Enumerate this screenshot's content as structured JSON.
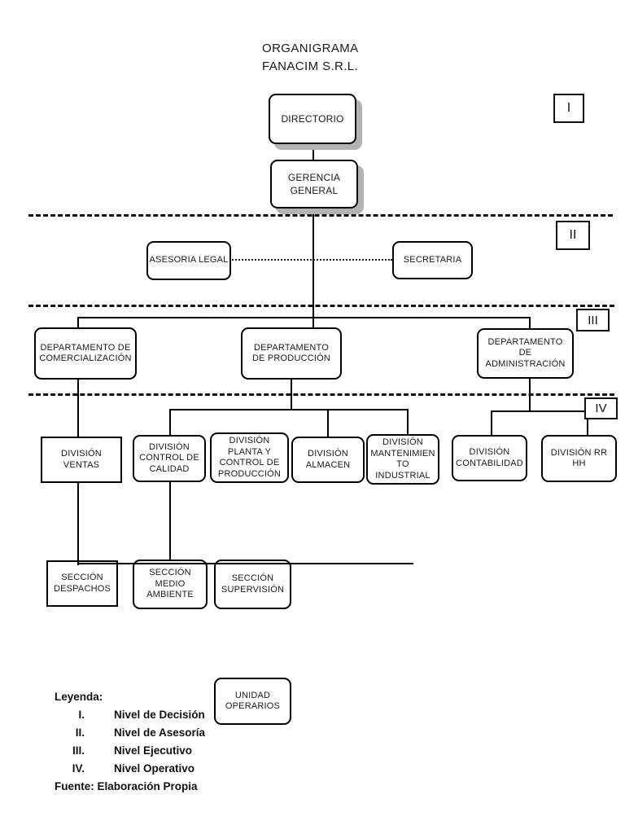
{
  "title": {
    "line1": "ORGANIGRAMA",
    "line2": "FANACIM S.R.L."
  },
  "levels": {
    "l1": "I",
    "l2": "II",
    "l3": "III",
    "l4": "IV"
  },
  "nodes": {
    "directorio": {
      "lines": [
        "DIRECTORIO"
      ]
    },
    "gerencia_general": {
      "lines": [
        "GERENCIA",
        "GENERAL"
      ]
    },
    "asesoria_legal": {
      "lines": [
        "ASESORIA LEGAL"
      ]
    },
    "secretaria": {
      "lines": [
        "SECRETARIA"
      ]
    },
    "dep_comercializacion": {
      "lines": [
        "DEPARTAMENTO DE",
        "COMERCIALIZACIÓN"
      ]
    },
    "dep_produccion": {
      "lines": [
        "DEPARTAMENTO",
        "DE PRODUCCIÓN"
      ]
    },
    "dep_administracion": {
      "lines": [
        "DEPARTAMENTO",
        "DE",
        "ADMINISTRACIÓN"
      ]
    },
    "div_ventas": {
      "lines": [
        "DIVISIÓN",
        "VENTAS"
      ]
    },
    "div_control_calidad": {
      "lines": [
        "DIVISIÓN",
        "CONTROL DE",
        "CALIDAD"
      ]
    },
    "div_planta": {
      "lines": [
        "DIVISIÓN",
        "PLANTA Y",
        "CONTROL DE",
        "PRODUCCIÓN"
      ]
    },
    "div_almacen": {
      "lines": [
        "DIVISIÓN",
        "ALMACEN"
      ]
    },
    "div_mantenimiento": {
      "lines": [
        "DIVISIÓN",
        "MANTENIMIEN",
        "TO",
        "INDUSTRIAL"
      ]
    },
    "div_contabilidad": {
      "lines": [
        "DIVISIÓN",
        "CONTABILIDAD"
      ]
    },
    "div_rrhh": {
      "lines": [
        "DIVISIÓN RR",
        "HH"
      ]
    },
    "sec_despachos": {
      "lines": [
        "SECCIÓN",
        "DESPACHOS"
      ]
    },
    "sec_medio_ambiente": {
      "lines": [
        "SECCIÓN",
        "MEDIO",
        "AMBIENTE"
      ]
    },
    "sec_supervision": {
      "lines": [
        "SECCIÓN",
        "SUPERVISIÓN"
      ]
    },
    "unidad_operarios": {
      "lines": [
        "UNIDAD",
        "OPERARIOS"
      ]
    }
  },
  "legend": {
    "heading": "Leyenda:",
    "items": [
      {
        "numeral": "I.",
        "label": "Nivel de Decisión"
      },
      {
        "numeral": "II.",
        "label": "Nivel de Asesoría"
      },
      {
        "numeral": "III.",
        "label": "Nivel Ejecutivo"
      },
      {
        "numeral": "IV.",
        "label": "Nivel Operativo"
      }
    ],
    "source": "Fuente: Elaboración Propia"
  },
  "colors": {
    "line": "#000000",
    "shadow": "#b3b3b3",
    "text": "#1a1a1a",
    "background": "#ffffff"
  }
}
